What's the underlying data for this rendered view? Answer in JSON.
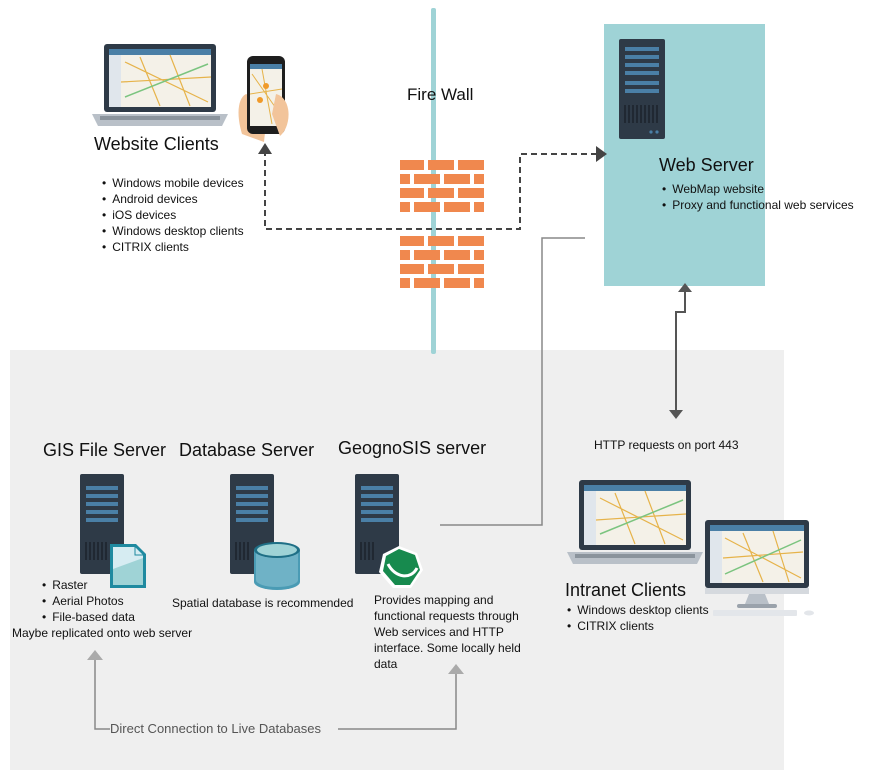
{
  "firewall": {
    "label": "Fire Wall"
  },
  "website_clients": {
    "title": "Website Clients",
    "items": [
      "Windows mobile devices",
      "Android devices",
      "iOS devices",
      "Windows desktop clients",
      "CITRIX clients"
    ]
  },
  "web_server": {
    "title": "Web Server",
    "items": [
      "WebMap website",
      "Proxy and functional web services"
    ]
  },
  "http_note": "HTTP requests on port 443",
  "gis_file_server": {
    "title": "GIS File Server",
    "items": [
      "Raster",
      "Aerial Photos",
      "File-based data"
    ],
    "note": "Maybe replicated onto web server"
  },
  "database_server": {
    "title": "Database Server",
    "note": "Spatial database is recommended"
  },
  "geognosis_server": {
    "title": "GeognoSIS server",
    "description": "Provides mapping and functional requests through Web services and HTTP interface. Some locally held data"
  },
  "intranet_clients": {
    "title": "Intranet Clients",
    "items": [
      "Windows desktop clients",
      "CITRIX clients"
    ]
  },
  "direct_connection": "Direct Connection to Live Databases",
  "colors": {
    "internal_zone": "#efefef",
    "web_server_zone": "#9fd3d6",
    "firewall_brick": "#f0884e",
    "server_body": "#2e3a47",
    "server_slot": "#4a7fa6",
    "database_cylinder": "#6fb2c6",
    "geognosis_logo": "#178a4e",
    "arrow_gray": "#888888",
    "arrow_dark": "#555555"
  }
}
